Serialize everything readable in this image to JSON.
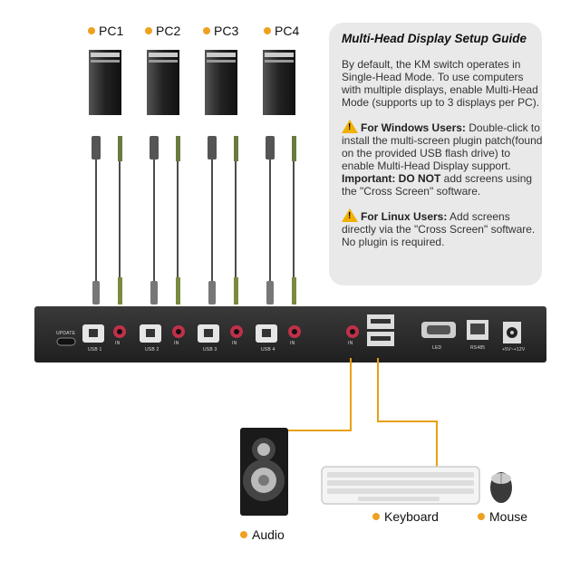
{
  "pcs": [
    {
      "label": "PC1"
    },
    {
      "label": "PC2"
    },
    {
      "label": "PC3"
    },
    {
      "label": "PC4"
    }
  ],
  "guide": {
    "title": "Multi-Head Display Setup Guide",
    "intro": "By default, the KM switch operates in Single-Head Mode. To use computers with multiple displays, enable Multi-Head Mode (supports up to 3 displays per PC).",
    "windows_heading": "For Windows Users:",
    "windows_text_1": " Double-click to install the multi-screen plugin patch(found on the provided USB flash drive) to enable Multi-Head Display support. ",
    "windows_important": "Important: DO NOT",
    "windows_text_2": " add screens using the \"Cross Screen\" software.",
    "linux_heading": "For Linux Users:",
    "linux_text": " Add screens directly via the \"Cross Screen\" software. No plugin is required."
  },
  "ports": {
    "update": "UPDATE",
    "usb": [
      "USB 1",
      "USB 2",
      "USB 3",
      "USB 4"
    ],
    "audio_in": "IN",
    "led": "LED",
    "rs485": "RS485",
    "power": "+5V~+12V"
  },
  "devices": {
    "audio": "Audio",
    "keyboard": "Keyboard",
    "mouse": "Mouse"
  },
  "colors": {
    "accent": "#f0a020",
    "cable": "#e8a010",
    "panel": "#2b2b2b"
  }
}
